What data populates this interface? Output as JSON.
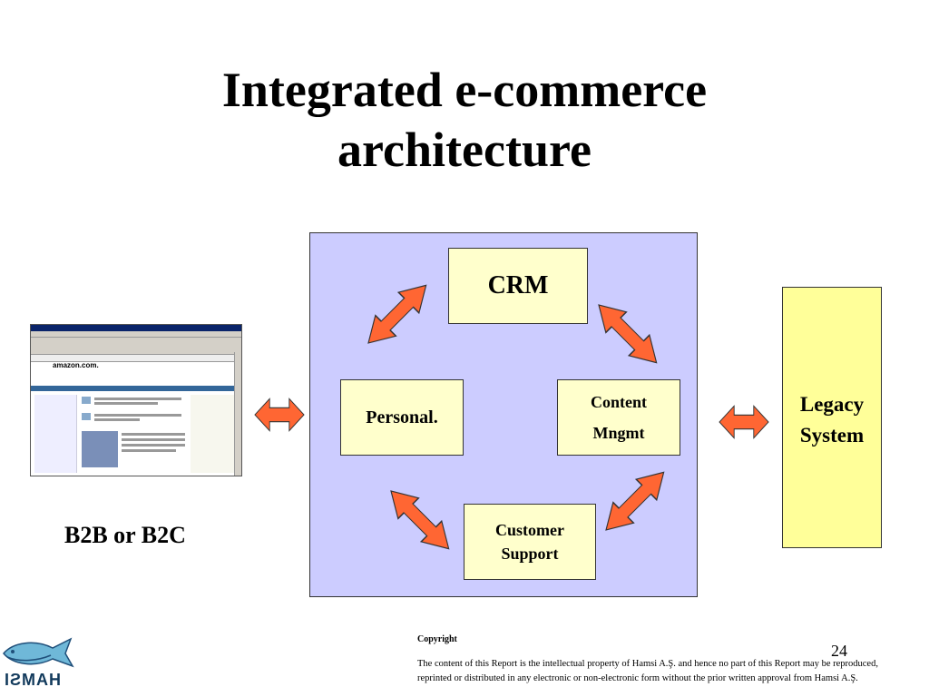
{
  "slide": {
    "title_line1": "Integrated e-commerce",
    "title_line2": "architecture",
    "page_number": "24"
  },
  "diagram": {
    "crm": "CRM",
    "personal": "Personal.",
    "content_line1": "Content",
    "content_line2": "Mngmt",
    "support_line1": "Customer",
    "support_line2": "Support",
    "legacy_line1": "Legacy",
    "legacy_line2": "System",
    "client_label": "B2B or B2C"
  },
  "browser": {
    "logo": "amazon.com."
  },
  "copyright": {
    "heading": "Copyright",
    "text": "The content of this Report is the intellectual property of Hamsi A.Ş. and hence no part of this Report may be reproduced, reprinted or distributed in any electronic or non-electronic form without the prior written approval from Hamsi A.Ş."
  },
  "brand": {
    "logo_text": "HAMSI"
  },
  "colors": {
    "panel": "#ccccff",
    "box": "#ffffcc",
    "legacy": "#ffff99",
    "arrow": "#ff6633"
  }
}
